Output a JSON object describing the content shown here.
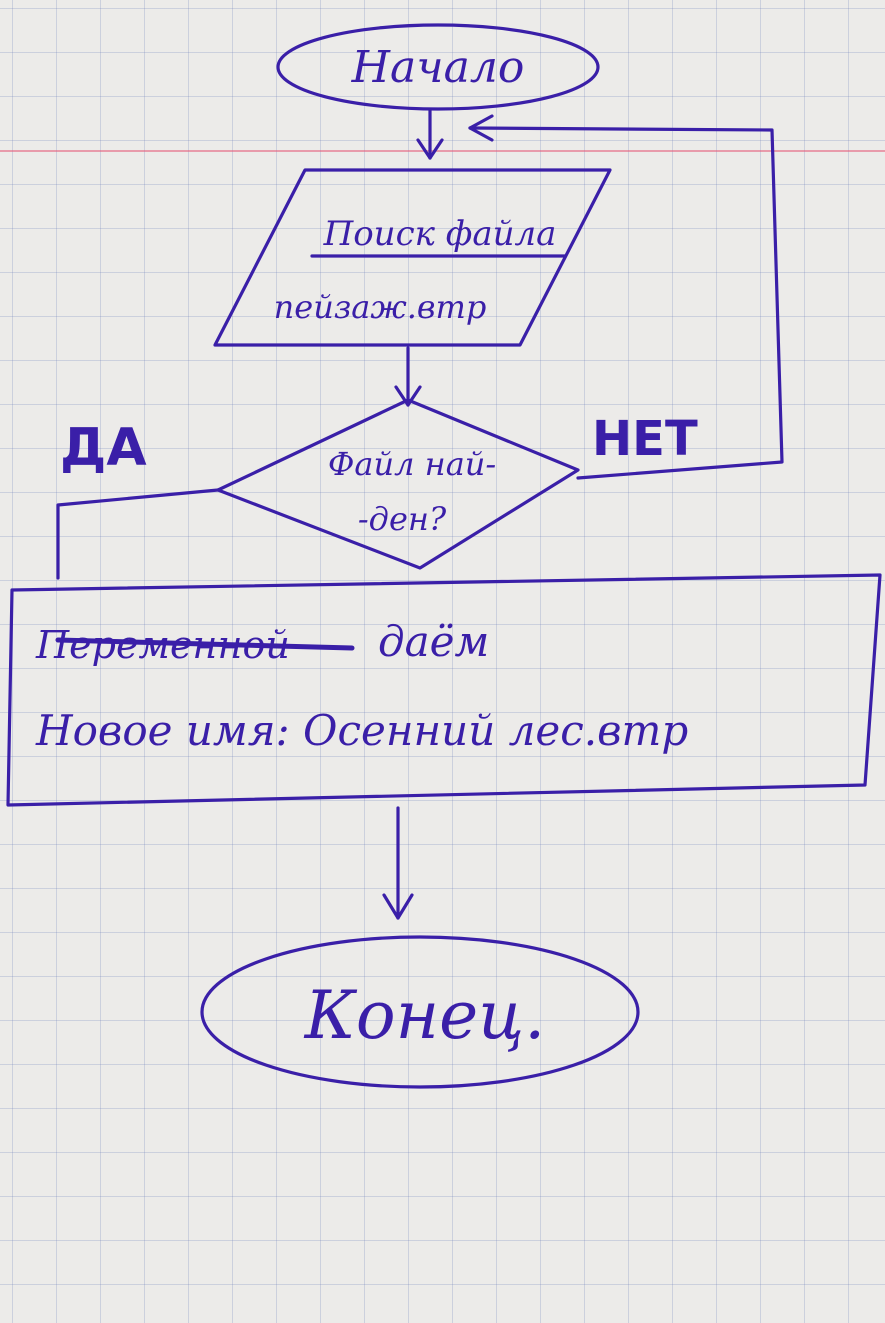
{
  "flowchart": {
    "start": "Начало",
    "input": {
      "line1": "Поиск файла",
      "line2": "пейзаж.втр"
    },
    "decision": {
      "line1": "Файл най-",
      "line2": "-ден?"
    },
    "yes_label": "ДА",
    "no_label": "НЕТ",
    "process": {
      "struck_word": "Переменной",
      "line1_rest": "даём",
      "line2": "Новое имя: Осенний лес.втр"
    },
    "end": "Конец."
  },
  "colors": {
    "ink": "#3a1fa8",
    "paper": "#ecebe9",
    "grid": "#8793be",
    "margin": "#e65a78"
  }
}
